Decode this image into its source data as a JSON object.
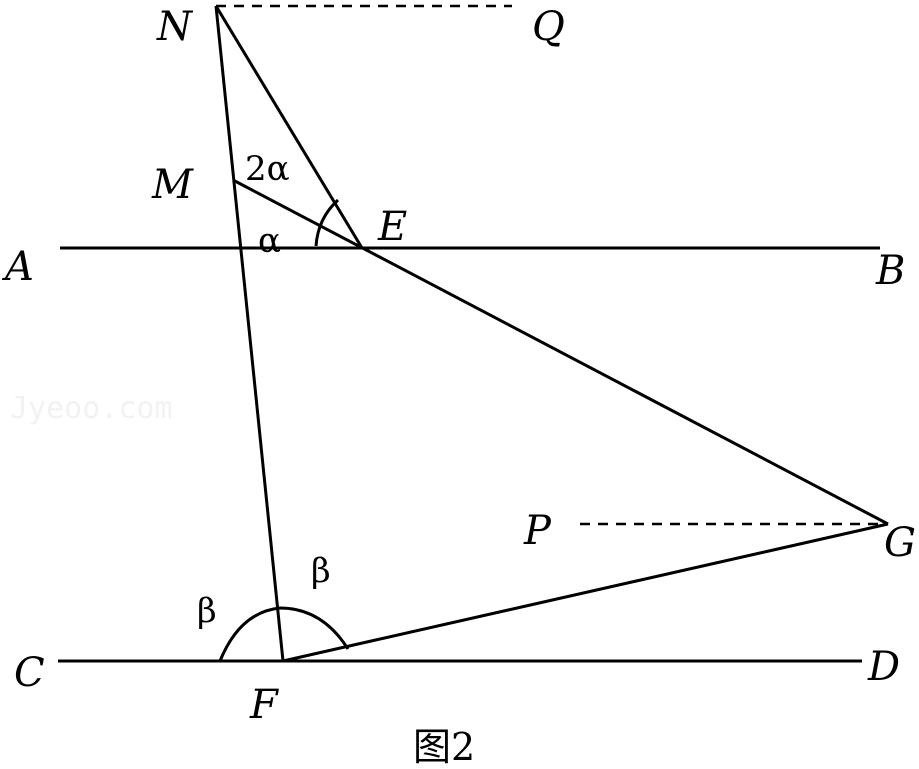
{
  "figure": {
    "caption": "图2",
    "watermark": "Jyeoo.com",
    "points": {
      "A": "A",
      "B": "B",
      "C": "C",
      "D": "D",
      "E": "E",
      "F": "F",
      "G": "G",
      "M": "M",
      "N": "N",
      "P": "P",
      "Q": "Q"
    },
    "angles": {
      "two_alpha": "2α",
      "alpha": "α",
      "beta_left": "β",
      "beta_right": "β"
    }
  }
}
